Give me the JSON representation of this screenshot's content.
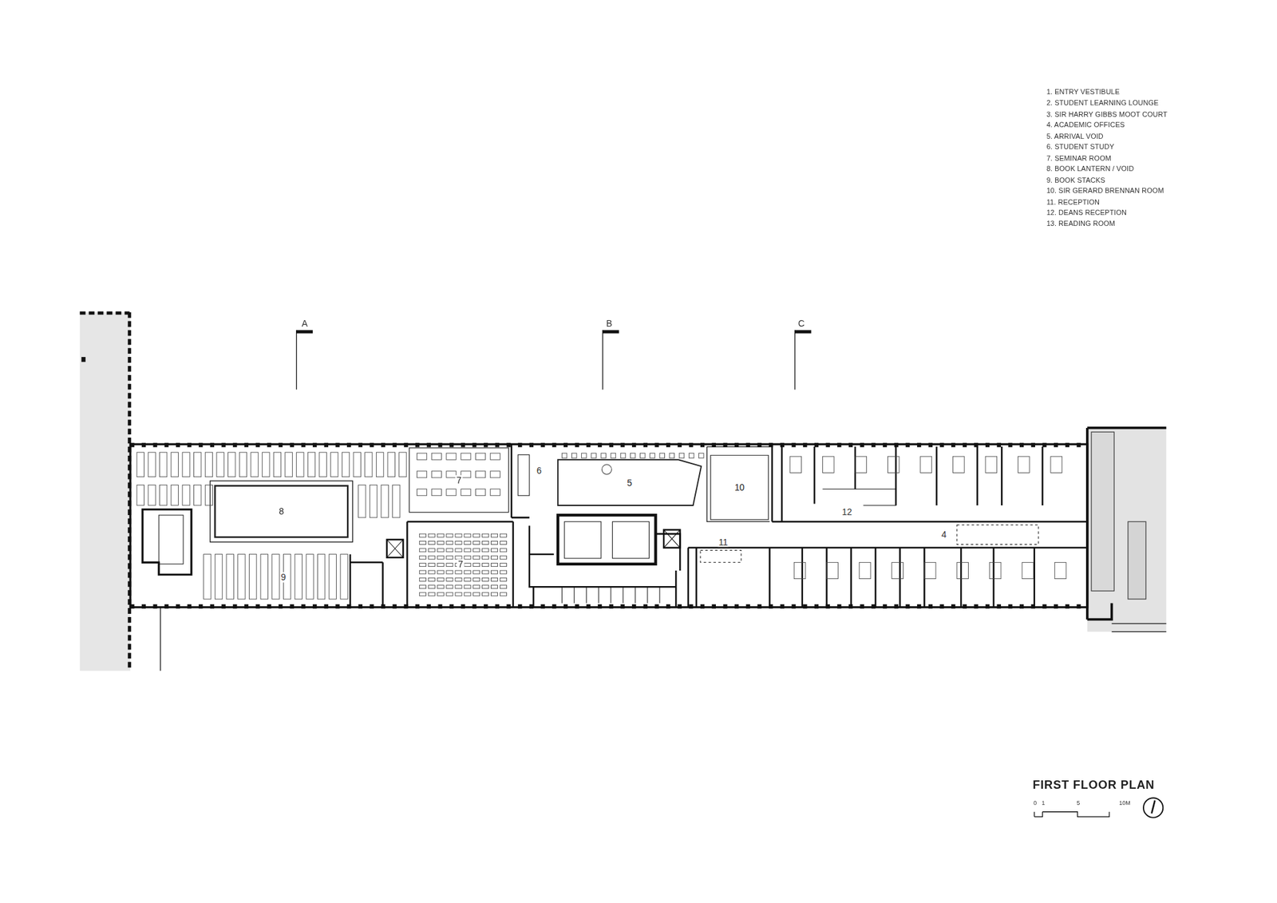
{
  "diagram": {
    "title": "FIRST FLOOR PLAN",
    "nodes": [
      {
        "text": [
          "8"
        ]
      },
      {
        "text": [
          "7"
        ]
      },
      {
        "text": [
          "7"
        ]
      },
      {
        "text": [
          "5"
        ]
      },
      {
        "text": [
          "10"
        ]
      }
    ],
    "labels": [
      "1. ENTRY VESTIBULE",
      "2. STUDENT LEARNING LOUNGE",
      "3. SIR HARRY GIBBS MOOT COURT",
      "4. ACADEMIC OFFICES",
      "5. ARRIVAL VOID",
      "6. STUDENT STUDY",
      "7. SEMINAR ROOM",
      "8. BOOK LANTERN / VOID",
      "9. BOOK STACKS",
      "10. SIR GERARD BRENNAN ROOM",
      "11. RECEPTION",
      "12. DEANS RECEPTION",
      "13. READING ROOM",
      "A",
      "B",
      "C",
      "6",
      "9",
      "11",
      "12",
      "4",
      "0",
      "1",
      "5",
      "10M"
    ]
  }
}
